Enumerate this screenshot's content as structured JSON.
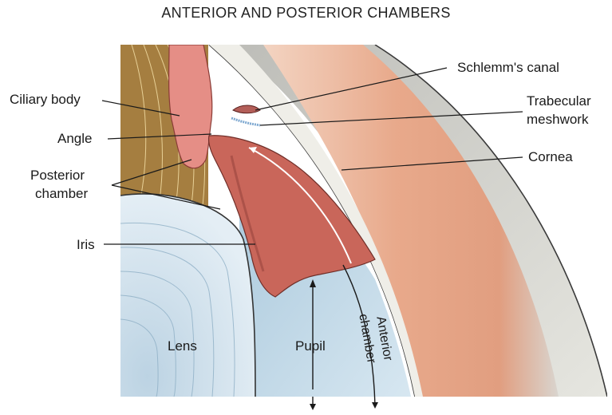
{
  "title": "ANTERIOR AND POSTERIOR CHAMBERS",
  "labels": {
    "schlemms_canal": "Schlemm's canal",
    "trabecular_line1": "Trabecular",
    "trabecular_line2": "meshwork",
    "cornea": "Cornea",
    "ciliary_body": "Ciliary body",
    "angle": "Angle",
    "posterior_line1": "Posterior",
    "posterior_line2": "chamber",
    "iris": "Iris",
    "lens": "Lens",
    "pupil": "Pupil",
    "anterior_line1": "Anterior",
    "anterior_line2": "chamber"
  },
  "colors": {
    "cornea": "#e9ad8f",
    "sclera_light": "#dcdcd6",
    "anterior_chamber": "#c7dde9",
    "lens": "#d6e6f0",
    "iris": "#c9665a",
    "ciliary": "#e58e86",
    "zonule_bg": "#a57e40",
    "text": "#1a1a1a"
  }
}
